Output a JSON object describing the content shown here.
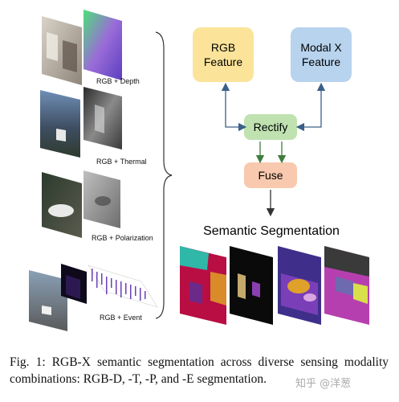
{
  "figure": {
    "modalities": [
      {
        "label": "RGB + Depth"
      },
      {
        "label": "RGB + Thermal"
      },
      {
        "label": "RGB + Polarization"
      },
      {
        "label": "RGB + Event"
      }
    ],
    "boxes": {
      "rgb_line1": "RGB",
      "rgb_line2": "Feature",
      "modal_line1": "Modal X",
      "modal_line2": "Feature",
      "rectify": "Rectify",
      "fuse": "Fuse"
    },
    "output_title": "Semantic Segmentation",
    "colors": {
      "rgb_box": "#fbe49a",
      "modal_box": "#b8d3ee",
      "rectify_box": "#bfe2b0",
      "fuse_box": "#f8c9ae",
      "arrow_blue": "#3a5f88",
      "arrow_green": "#3d7d3d",
      "arrow_dark": "#333333"
    }
  },
  "caption": {
    "text": "Fig. 1: RGB-X semantic segmentation across diverse sensing modality combinations: RGB-D, -T, -P, and -E segmentation."
  },
  "watermark": "知乎 @洋葱"
}
